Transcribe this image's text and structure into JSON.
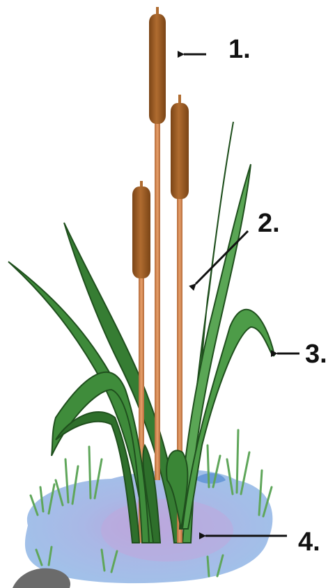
{
  "labels": [
    "1.",
    "2.",
    "3.",
    "4."
  ],
  "colors": {
    "cattail_head": "#a8652a",
    "cattail_head_dark": "#7a4416",
    "stalk": "#d58a52",
    "leaf": "#3e8a3a",
    "leaf_dark": "#1f4f1d",
    "water": "#9fc3ea",
    "water_shade": "#b7a6dc",
    "grass": "#5fa65a",
    "rock": "#6b6b6b",
    "arrow": "#111111"
  }
}
